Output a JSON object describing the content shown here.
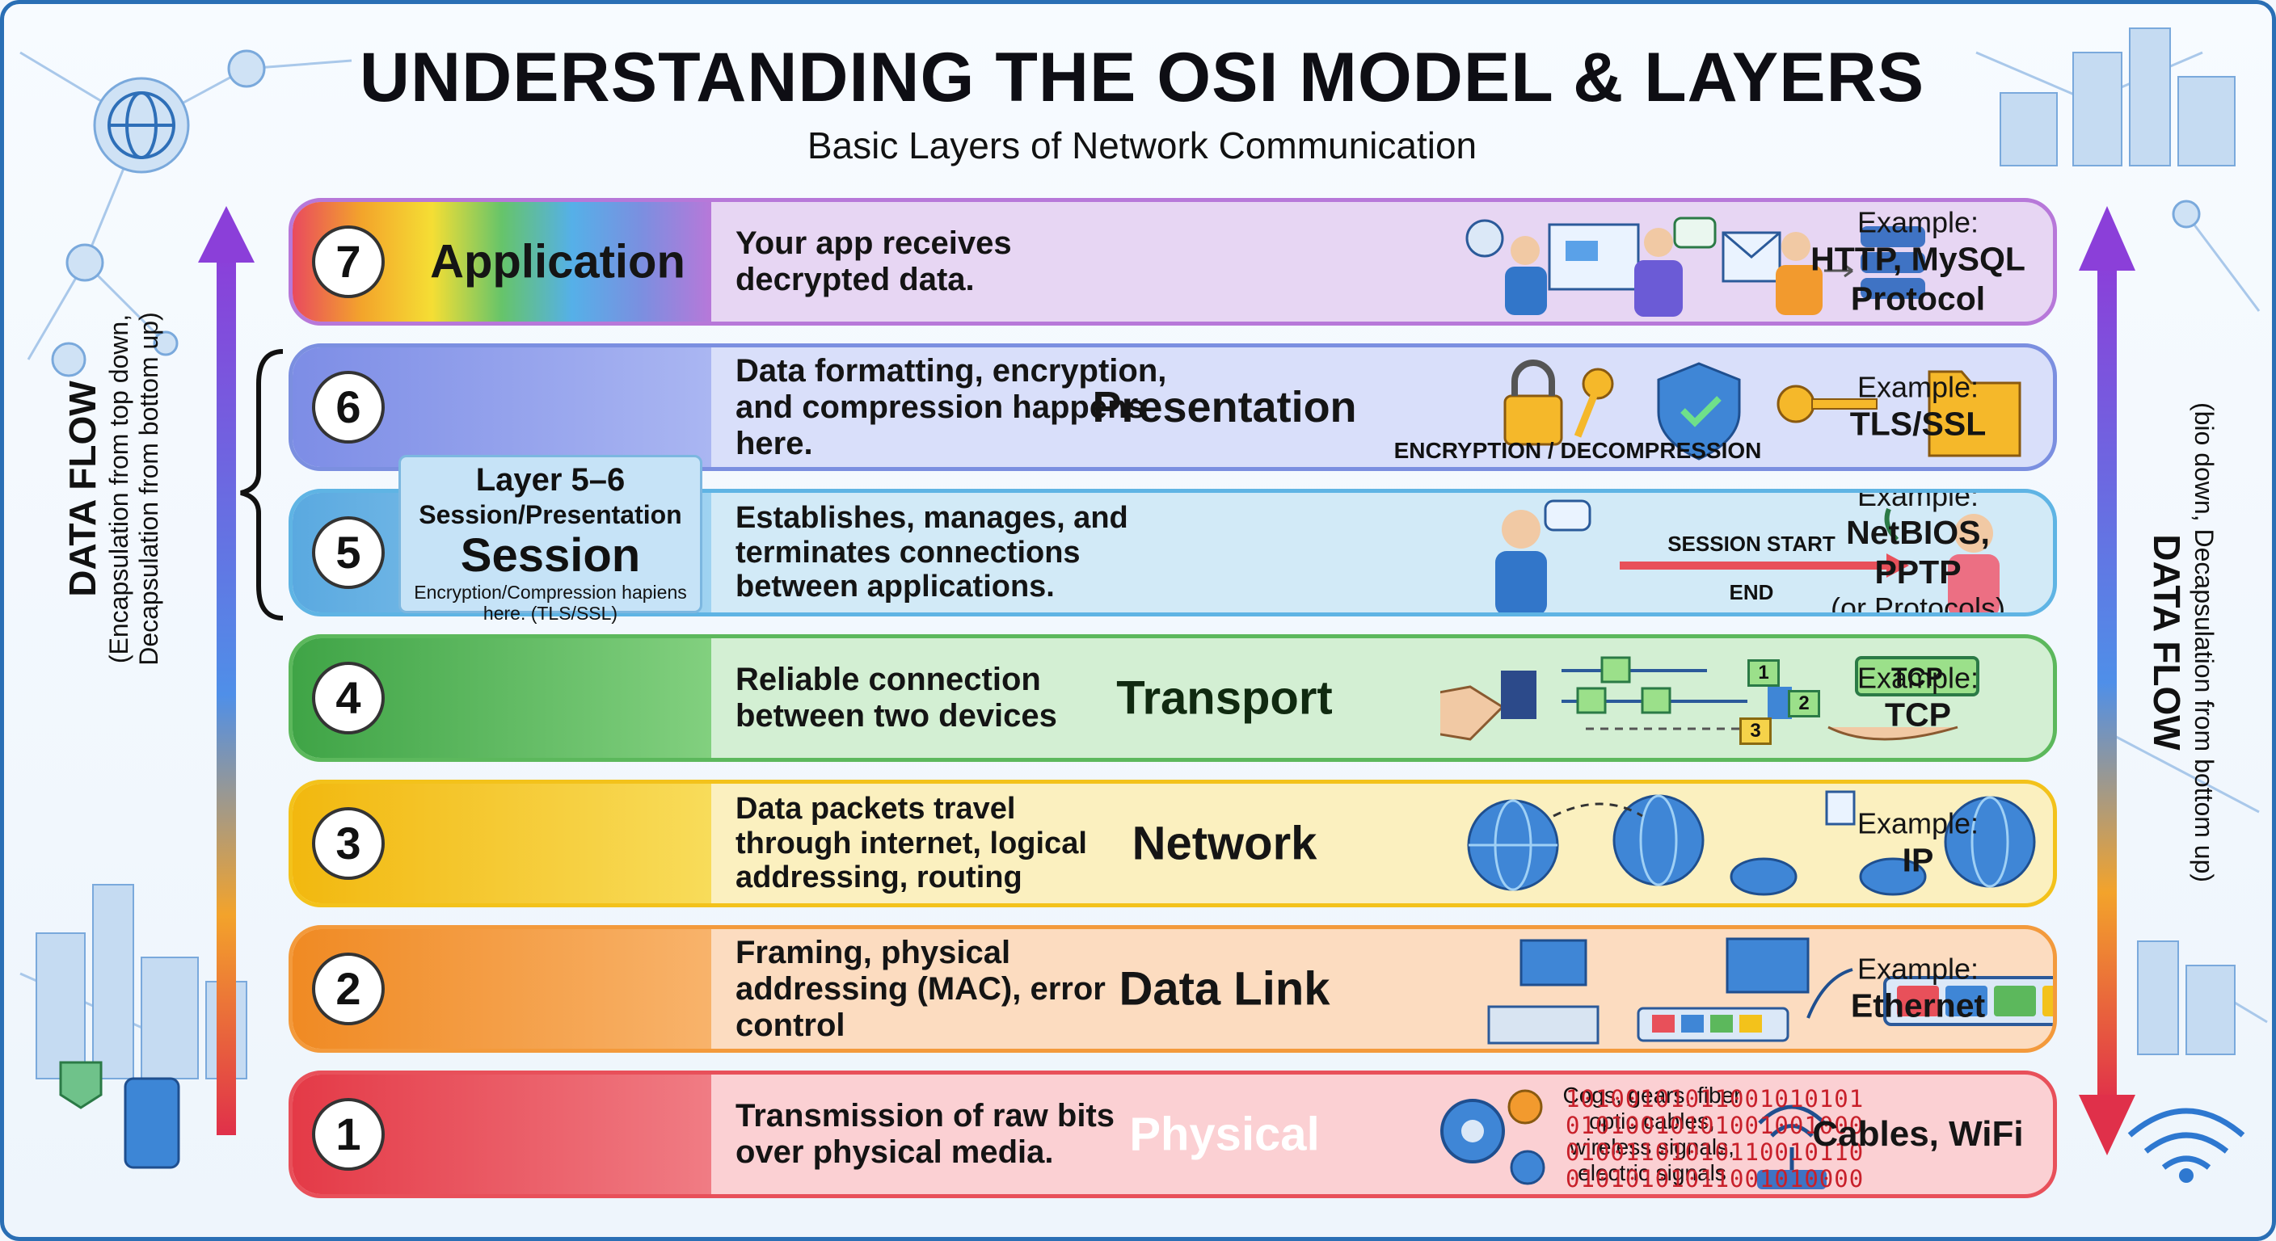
{
  "header": {
    "title": "UNDERSTANDING THE OSI MODEL & LAYERS",
    "subtitle": "Basic Layers of Network Communication"
  },
  "layers": [
    {
      "number": "7",
      "name": "Application",
      "description": "Your app receives decrypted data.",
      "example_label": "Example:",
      "example_value": "HTTP, MySQL Protocol",
      "color": "#b778d9"
    },
    {
      "number": "6",
      "name": "Presentation",
      "description": "Data formatting, encryption, and compression happens here.",
      "example_label": "Example:",
      "example_value": "TLS/SSL",
      "color": "#7b8fe0"
    },
    {
      "number": "5",
      "name": "Session",
      "description": "Establishes, manages, and terminates connections between applications.",
      "example_label": "Example:",
      "example_value": "NetBIOS, PPTP",
      "example_extra": "(or Protocols)",
      "color": "#5fb4e4"
    },
    {
      "number": "4",
      "name": "Transport",
      "description": "Reliable connection between two devices",
      "example_label": "Example:",
      "example_value": "TCP",
      "color": "#5cb85c"
    },
    {
      "number": "3",
      "name": "Network",
      "description": "Data packets travel through internet, logical addressing, routing",
      "example_label": "Example:",
      "example_value": "IP",
      "color": "#f3c21b"
    },
    {
      "number": "2",
      "name": "Data Link",
      "description": "Framing, physical addressing (MAC), error control",
      "example_label": "Example:",
      "example_value": "Ethernet",
      "color": "#f39a3c"
    },
    {
      "number": "1",
      "name": "Physical",
      "description": "Transmission of raw bits over physical media.",
      "example_label": "",
      "example_value": "Cables, WiFi",
      "color": "#e8505a"
    }
  ],
  "session_note": {
    "heading": "Layer 5–6",
    "sub": "Session/Presentation",
    "name": "Session",
    "detail": "Encryption/Compression hapiens here. (TLS/SSL)"
  },
  "illustrations": {
    "presentation_caption": "ENCRYPTION / DECOMPRESSION",
    "session_start": "SESSION START",
    "session_end": "END",
    "tcp_label": "TCP",
    "packet_1": "1",
    "packet_2": "2",
    "packet_3": "3",
    "physical_caption": "Cogs, gears, fiber optic cables, wireless signals, electric signals",
    "bits": [
      "10100101011001010101",
      "01010010101001001000",
      "01001101010110010110",
      "01010101011001010000"
    ]
  },
  "data_flow_left": {
    "heading": "DATA FLOW",
    "line1": "(Encapsulation from top down,",
    "line2": "Decapsulation from bottom up)"
  },
  "data_flow_right": {
    "heading": "DATA FLOW",
    "line1": "(bio down, Decapsulation from bottom up)"
  },
  "colors": {
    "frame": "#2a6fb5",
    "arrow_top": "#8b3fd9",
    "arrow_bottom": "#e0304a"
  }
}
